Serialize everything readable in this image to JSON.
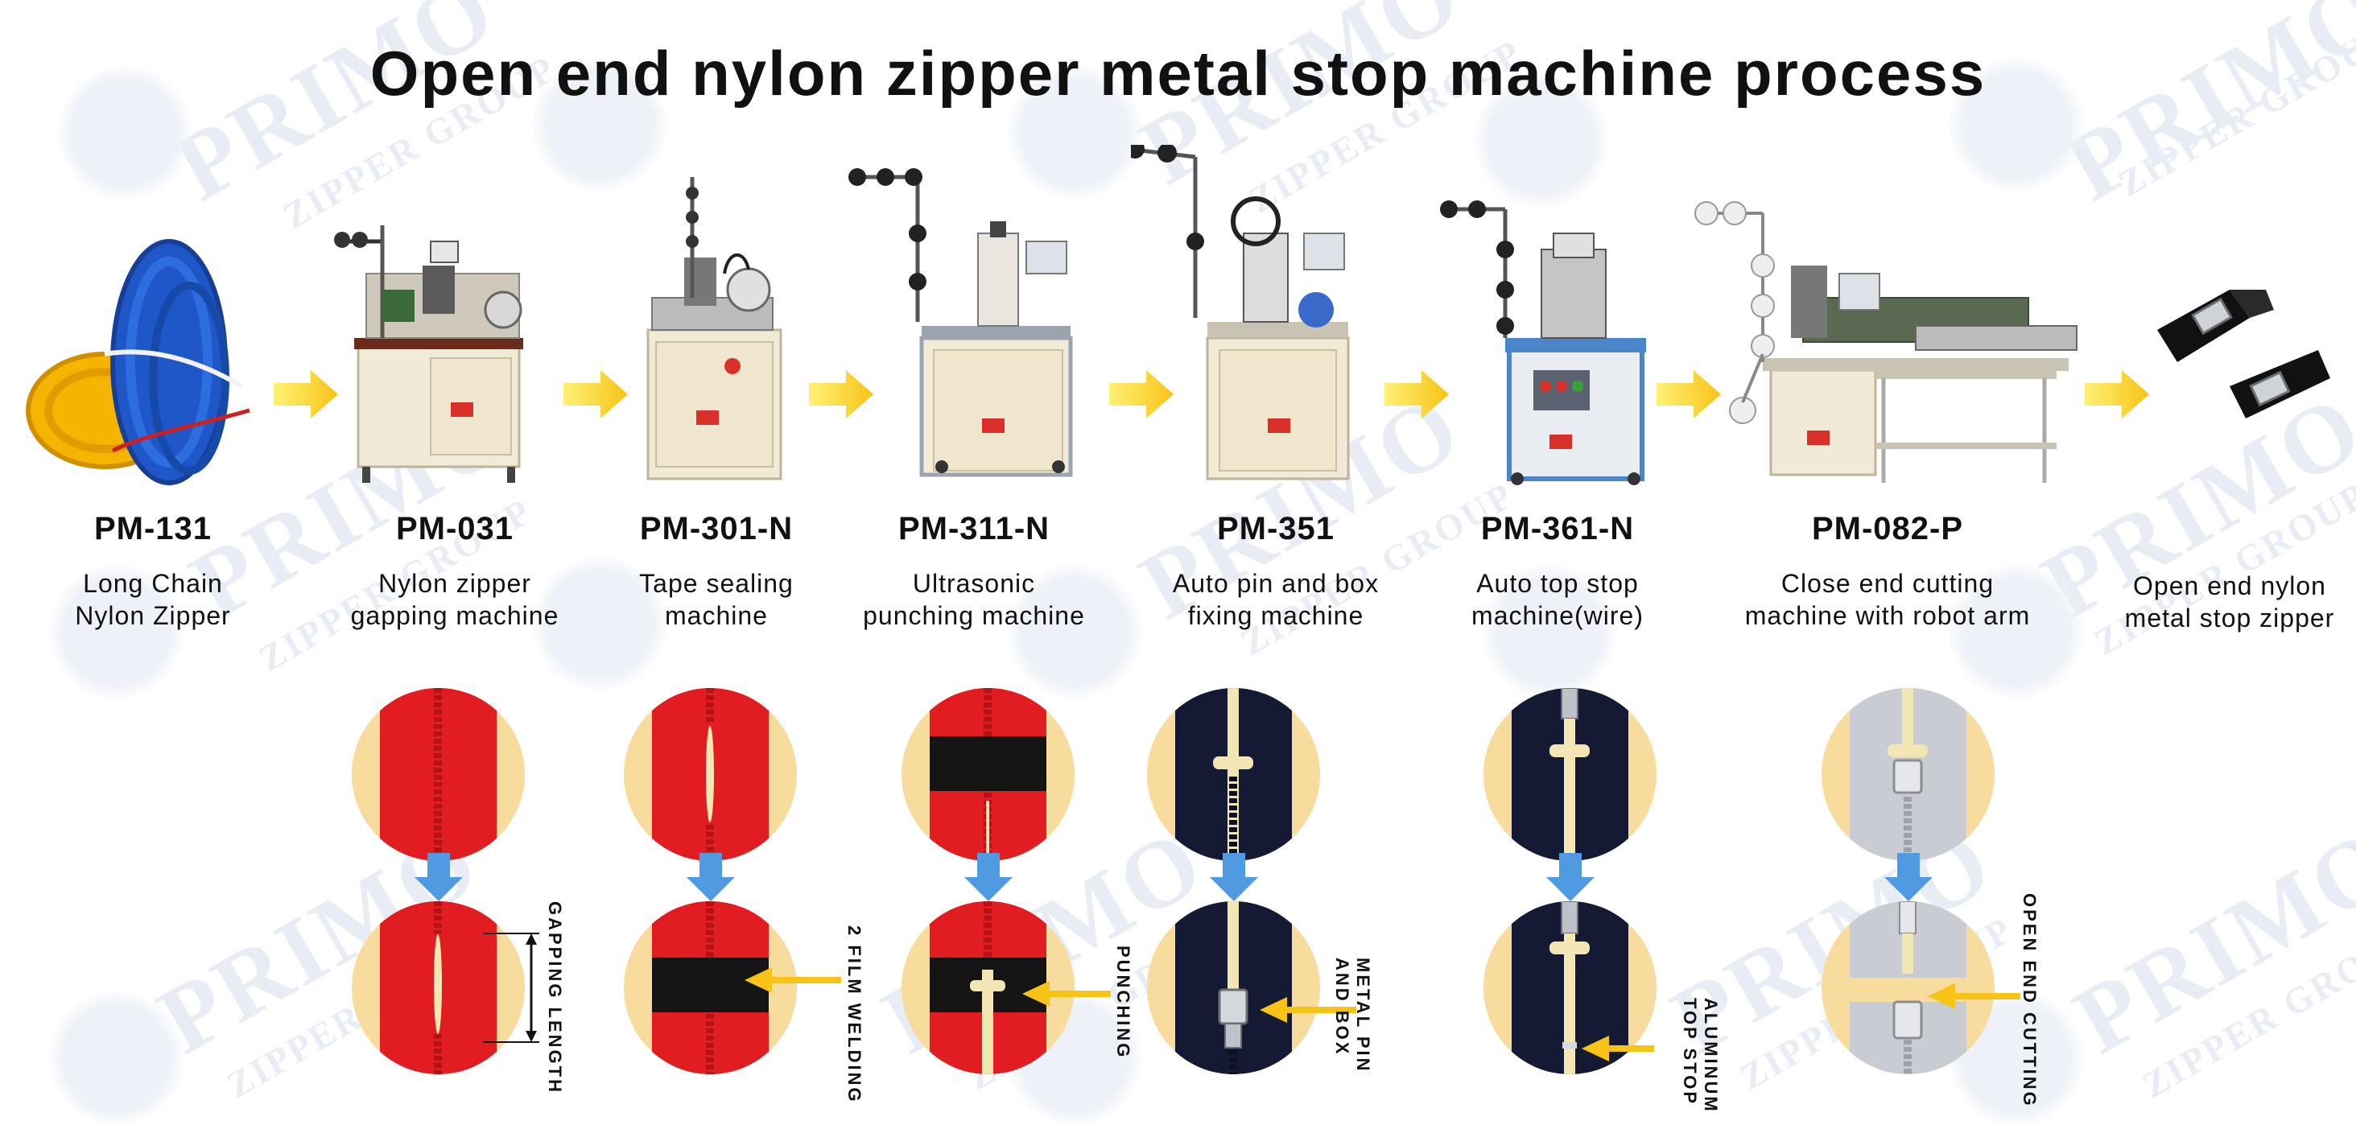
{
  "title": "Open end nylon zipper metal stop machine process",
  "watermark": {
    "brand": "PRIMO",
    "group": "ZIPPER GROUP"
  },
  "colors": {
    "arrow_yellow": "#f7c316",
    "arrow_blue": "#4f9ae0",
    "tape_red": "#e11d22",
    "tape_navy": "#141a33",
    "tape_silver": "#c9ccd2",
    "circle_bg": "#f7dc9e",
    "film_black": "#151515"
  },
  "steps": [
    {
      "code": "PM-131",
      "name_line1": "Long Chain",
      "name_line2": "Nylon Zipper"
    },
    {
      "code": "PM-031",
      "name_line1": "Nylon zipper",
      "name_line2": "gapping machine"
    },
    {
      "code": "PM-301-N",
      "name_line1": "Tape sealing",
      "name_line2": "machine"
    },
    {
      "code": "PM-311-N",
      "name_line1": "Ultrasonic",
      "name_line2": "punching machine"
    },
    {
      "code": "PM-351",
      "name_line1": "Auto pin and box",
      "name_line2": "fixing machine"
    },
    {
      "code": "PM-361-N",
      "name_line1": "Auto top stop",
      "name_line2": "machine(wire)"
    },
    {
      "code": "PM-082-P",
      "name_line1": "Close end cutting",
      "name_line2": "machine with robot arm"
    },
    {
      "code": "",
      "name_line1": "Open end nylon",
      "name_line2": "metal stop zipper"
    }
  ],
  "callouts": {
    "gapping": "GAPPING LENGTH",
    "welding": "2 FILM WELDING",
    "punching": "PUNCHING",
    "pinbox_line1": "METAL PIN",
    "pinbox_line2": "AND BOX",
    "topstop_line1": "ALUMINUM",
    "topstop_line2": "TOP STOP",
    "cutting": "OPEN END CUTTING"
  }
}
